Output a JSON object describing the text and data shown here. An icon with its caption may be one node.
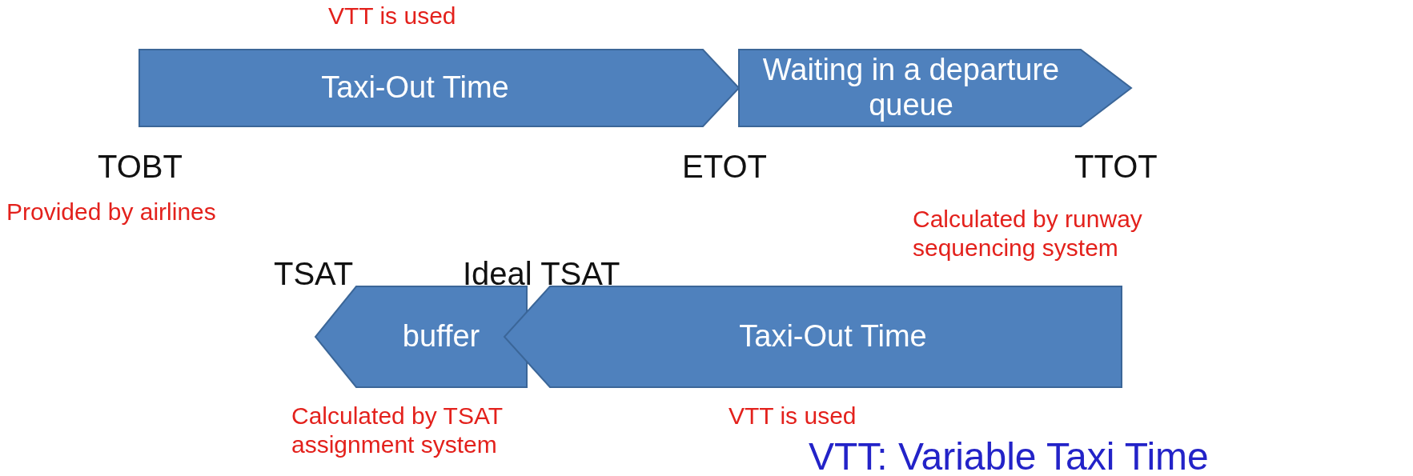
{
  "diagram": {
    "nodes": [
      {
        "text": [
          "Taxi-Out Time"
        ]
      },
      {
        "text": [
          "Waiting in a departure queue"
        ]
      },
      {
        "text": [
          "buffer"
        ]
      },
      {
        "text": [
          "Taxi-Out Time"
        ]
      }
    ],
    "edges": [],
    "labels": [
      "VTT is used",
      "TOBT",
      "ETOT",
      "TTOT",
      "Provided by airlines",
      "Calculated by runway sequencing system",
      "TSAT",
      "Ideal TSAT",
      "Calculated by TSAT assignment system",
      "VTT is used",
      "VTT: Variable Taxi Time"
    ]
  }
}
